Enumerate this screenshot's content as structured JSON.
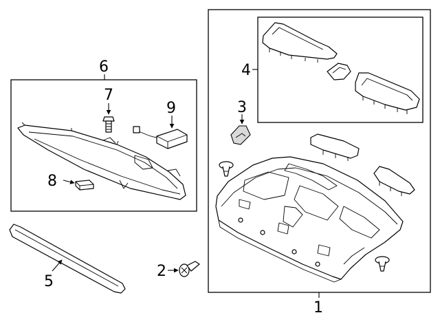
{
  "callouts": {
    "c1": "1",
    "c2": "2",
    "c3": "3",
    "c4": "4",
    "c5": "5",
    "c6": "6",
    "c7": "7",
    "c8": "8",
    "c9": "9"
  },
  "colors": {
    "line": "#000000",
    "background": "#ffffff",
    "fill_light": "#d9d9d9"
  }
}
